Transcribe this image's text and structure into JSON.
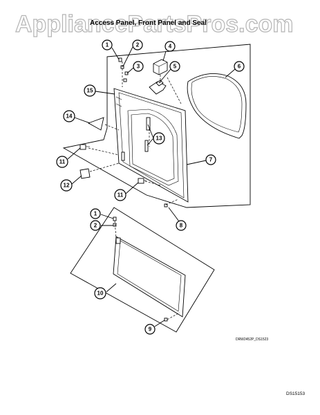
{
  "watermark": "AppliancePartsPros.com",
  "title": "Access Panel, Front Panel and Seal",
  "drawing_id": "DRW2452P_DS1523",
  "sheet_code": "DS15153",
  "callouts": [
    {
      "id": "c1a",
      "label": "1"
    },
    {
      "id": "c2a",
      "label": "2"
    },
    {
      "id": "c3",
      "label": "3"
    },
    {
      "id": "c4",
      "label": "4"
    },
    {
      "id": "c5",
      "label": "5"
    },
    {
      "id": "c6",
      "label": "6"
    },
    {
      "id": "c15",
      "label": "15"
    },
    {
      "id": "c14",
      "label": "14"
    },
    {
      "id": "c13",
      "label": "13"
    },
    {
      "id": "c7",
      "label": "7"
    },
    {
      "id": "c11a",
      "label": "11"
    },
    {
      "id": "c12",
      "label": "12"
    },
    {
      "id": "c11b",
      "label": "11"
    },
    {
      "id": "c8",
      "label": "8"
    },
    {
      "id": "c1b",
      "label": "1"
    },
    {
      "id": "c2b",
      "label": "2"
    },
    {
      "id": "c10",
      "label": "10"
    },
    {
      "id": "c9",
      "label": "9"
    }
  ]
}
